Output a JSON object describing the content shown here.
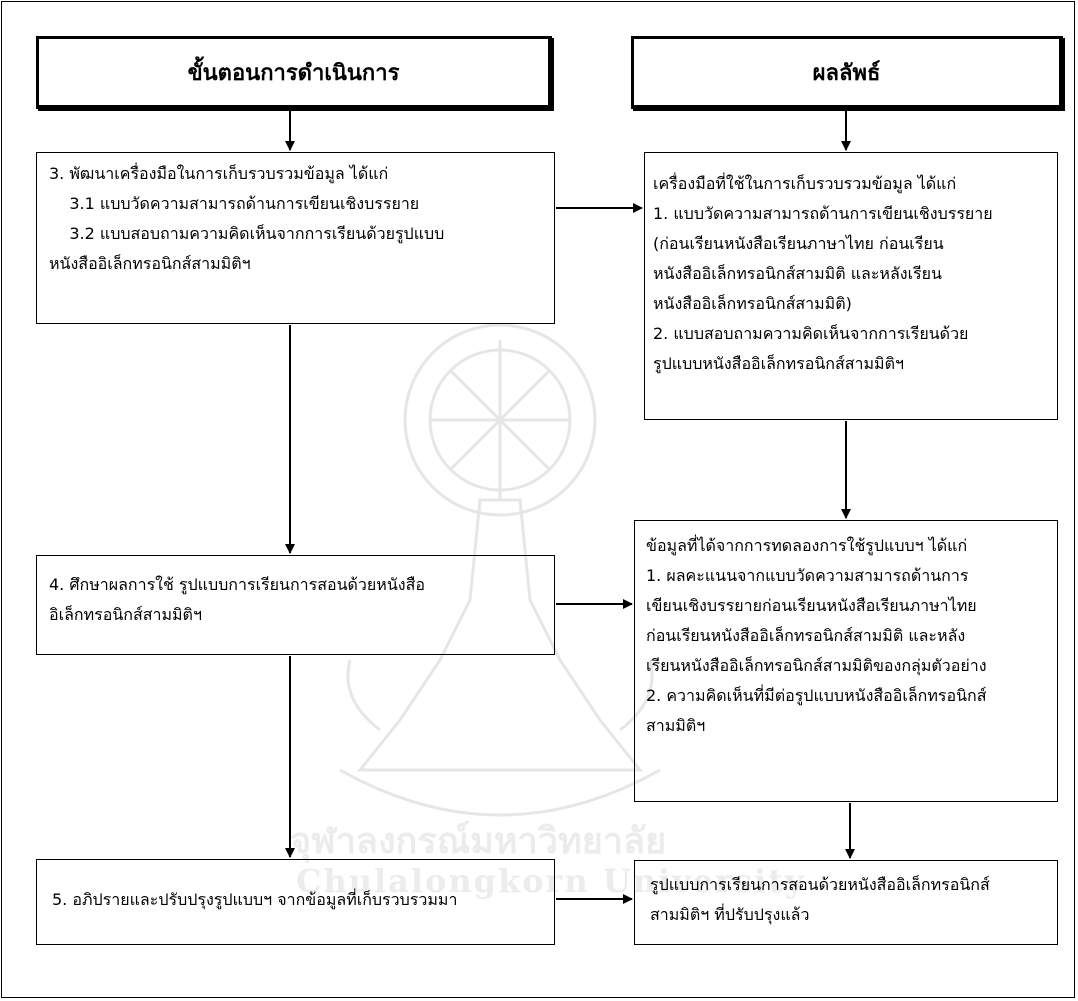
{
  "headers": {
    "left": "ขั้นตอนการดำเนินการ",
    "right": "ผลลัพธ์"
  },
  "left_boxes": [
    {
      "lines": [
        "3. พัฒนาเครื่องมือในการเก็บรวบรวมข้อมูล ได้แก่",
        "    3.1 แบบวัดความสามารถด้านการเขียนเชิงบรรยาย",
        "    3.2 แบบสอบถามความคิดเห็นจากการเรียนด้วยรูปแบบ",
        "หนังสืออิเล็กทรอนิกส์สามมิติฯ"
      ]
    },
    {
      "lines": [
        "4. ศึกษาผลการใช้ รูปแบบการเรียนการสอนด้วยหนังสือ",
        "อิเล็กทรอนิกส์สามมิติฯ"
      ]
    },
    {
      "lines": [
        "5. อภิปรายและปรับปรุงรูปแบบฯ จากข้อมูลที่เก็บรวบรวมมา"
      ]
    }
  ],
  "right_boxes": [
    {
      "lines": [
        "เครื่องมือที่ใช้ในการเก็บรวบรวมข้อมูล ได้แก่",
        "1. แบบวัดความสามารถด้านการเขียนเชิงบรรยาย",
        "(ก่อนเรียนหนังสือเรียนภาษาไทย ก่อนเรียน",
        "หนังสืออิเล็กทรอนิกส์สามมิติ และหลังเรียน",
        "หนังสืออิเล็กทรอนิกส์สามมิติ)",
        "2. แบบสอบถามความคิดเห็นจากการเรียนด้วย",
        "รูปแบบหนังสืออิเล็กทรอนิกส์สามมิติฯ"
      ]
    },
    {
      "lines": [
        "ข้อมูลที่ได้จากการทดลองการใช้รูปแบบฯ ได้แก่",
        "1. ผลคะแนนจากแบบวัดความสามารถด้านการ",
        "เขียนเชิงบรรยายก่อนเรียนหนังสือเรียนภาษาไทย",
        "ก่อนเรียนหนังสืออิเล็กทรอนิกส์สามมิติ และหลัง",
        "เรียนหนังสืออิเล็กทรอนิกส์สามมิติของกลุ่มตัวอย่าง",
        "2. ความคิดเห็นที่มีต่อรูปแบบหนังสืออิเล็กทรอนิกส์",
        "สามมิติฯ"
      ]
    },
    {
      "lines": [
        "รูปแบบการเรียนการสอนด้วยหนังสืออิเล็กทรอนิกส์",
        "สามมิติฯ ที่ปรับปรุงแล้ว"
      ]
    }
  ],
  "watermark": {
    "thai": "จุฬาลงกรณ์มหาวิทยาลัย",
    "english": "Chulalongkorn University"
  }
}
